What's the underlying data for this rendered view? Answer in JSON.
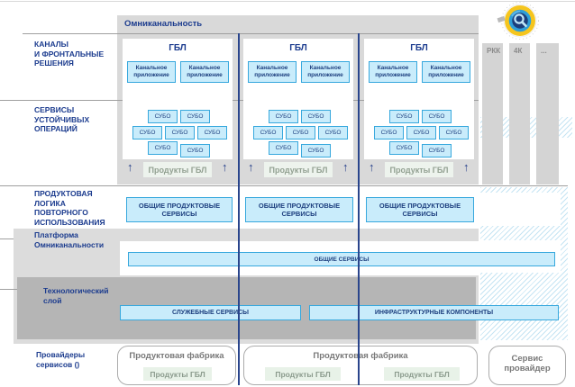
{
  "colors": {
    "accent_blue_border": "#37a8dd",
    "box_fill_blue": "#c9ecfb",
    "navy_text": "#1b3b8e",
    "container_gray": "#d9d9d9",
    "tech_band_gray": "#b5b5b5",
    "hatch_blue": "#c5e4f3",
    "chip_green": "#e8f2e8"
  },
  "layers": {
    "channels": "КАНАЛЫ\nИ ФРОНТАЛЬНЫЕ\nРЕШЕНИЯ",
    "stable_ops": "СЕРВИСЫ\nУСТОЙЧИВЫХ\nОПЕРАЦИЙ",
    "product_logic": "ПРОДУКТОВАЯ\nЛОГИКА\nПОВТОРНОГО\nИСПОЛЬЗОВАНИЯ",
    "platform": "Платформа\nОмниканальности",
    "tech": "Технологический\nслой",
    "providers": "Провайдеры\nсервисов ()"
  },
  "omni": {
    "title": "Омниканальность",
    "arrow_glyph": "↑",
    "columns": [
      {
        "title": "ГБЛ",
        "apps": [
          "Канальное\nприложение",
          "Канальное\nприложение"
        ],
        "subo": [
          "СУБО",
          "СУБО",
          "СУБО",
          "СУБО",
          "СУБО",
          "СУБО",
          "СУБО"
        ],
        "products": "Продукты ГБЛ"
      },
      {
        "title": "ГБЛ",
        "apps": [
          "Канальное\nприложение",
          "Канальное\nприложение"
        ],
        "subo": [
          "СУБО",
          "СУБО",
          "СУБО",
          "СУБО",
          "СУБО",
          "СУБО",
          "СУБО"
        ],
        "products": "Продукты ГБЛ"
      },
      {
        "title": "ГБЛ",
        "apps": [
          "Канальное\nприложение",
          "Канальное\nприложение"
        ],
        "subo": [
          "СУБО",
          "СУБО",
          "СУБО",
          "СУБО",
          "СУБО",
          "СУБО",
          "СУБО"
        ],
        "products": "Продукты ГБЛ"
      }
    ]
  },
  "right_bars": [
    {
      "label": "РКК"
    },
    {
      "label": "4К"
    },
    {
      "label": "..."
    }
  ],
  "reuse_row": {
    "boxes": [
      "ОБЩИЕ ПРОДУКТОВЫЕ\nСЕРВИСЫ",
      "ОБЩИЕ ПРОДУКТОВЫЕ\nСЕРВИСЫ",
      "ОБЩИЕ ПРОДУКТОВЫЕ\nСЕРВИСЫ"
    ]
  },
  "platform_row": {
    "common_bar": "ОБЩИЕ СЕРВИСЫ"
  },
  "tech_row": {
    "service_bar": "СЛУЖЕБНЫЕ СЕРВИСЫ",
    "infra_bar": "ИНФРАСТРУКТУРНЫЕ КОМПОНЕНТЫ"
  },
  "providers_row": {
    "factory1": {
      "title": "Продуктовая фабрика",
      "chips": [
        "Продукты ГБЛ"
      ]
    },
    "factory2": {
      "title": "Продуктовая фабрика",
      "chips": [
        "Продукты ГБЛ",
        "Продукты ГБЛ"
      ]
    },
    "service_provider": "Сервис\nпровайдер"
  }
}
